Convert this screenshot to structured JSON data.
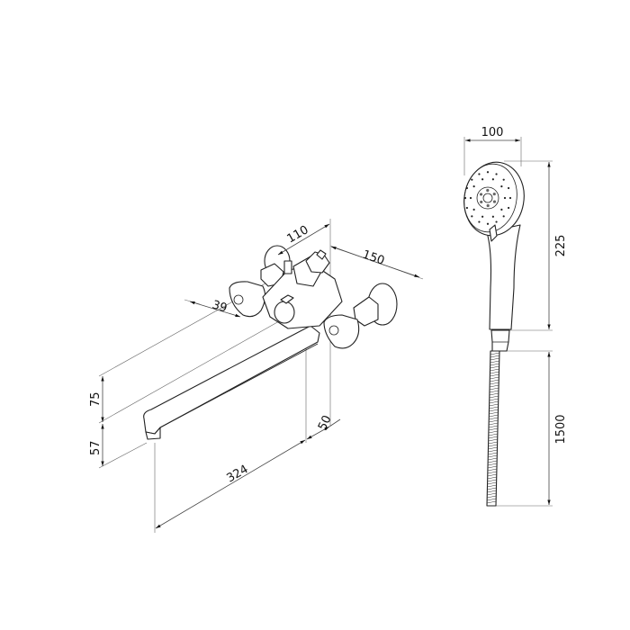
{
  "faucet": {
    "dimensions": {
      "depth_to_valve": "110",
      "valve_spacing": "150",
      "handle_width": "39",
      "height_upper": "75",
      "height_lower": "57",
      "spout_length": "324",
      "spout_offset": "50"
    }
  },
  "hand_shower": {
    "dimensions": {
      "head_diameter": "100",
      "length": "225",
      "hose_length": "1500"
    }
  },
  "colors": {
    "line": "#222222",
    "dimension": "#444444",
    "background": "#ffffff"
  }
}
